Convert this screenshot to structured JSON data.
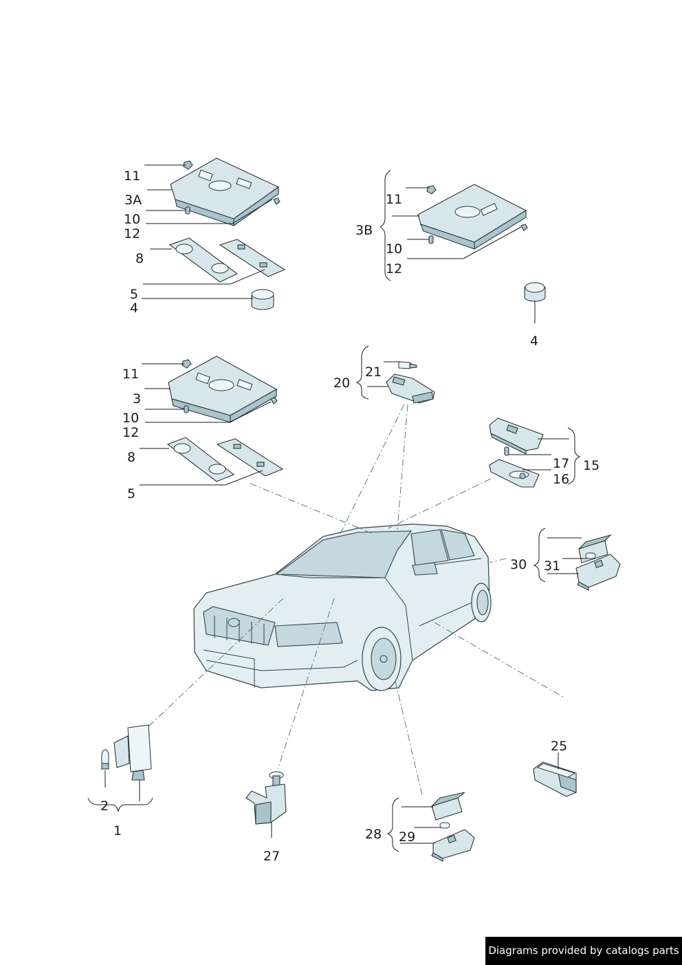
{
  "labels": {
    "l11a": "11",
    "l3a": "3A",
    "l10a": "10",
    "l12a": "12",
    "l8a": "8",
    "l5a": "5",
    "l4a": "4",
    "l11b": "11",
    "l3b": "3B",
    "l10b": "10",
    "l12b": "12",
    "l4b": "4",
    "l11c": "11",
    "l3c": "3",
    "l10c": "10",
    "l12c": "12",
    "l8c": "8",
    "l5c": "5",
    "l21": "21",
    "l20": "20",
    "l17": "17",
    "l15": "15",
    "l16": "16",
    "l30": "30",
    "l31": "31",
    "l25": "25",
    "l2": "2",
    "l1": "1",
    "l27": "27",
    "l28": "28",
    "l29": "29"
  },
  "footer": {
    "text": "Diagrams provided by catalogs parts"
  },
  "colors": {
    "part_fill": "#d7e6ea",
    "outline": "#26363c",
    "footer_bg": "#000000"
  }
}
